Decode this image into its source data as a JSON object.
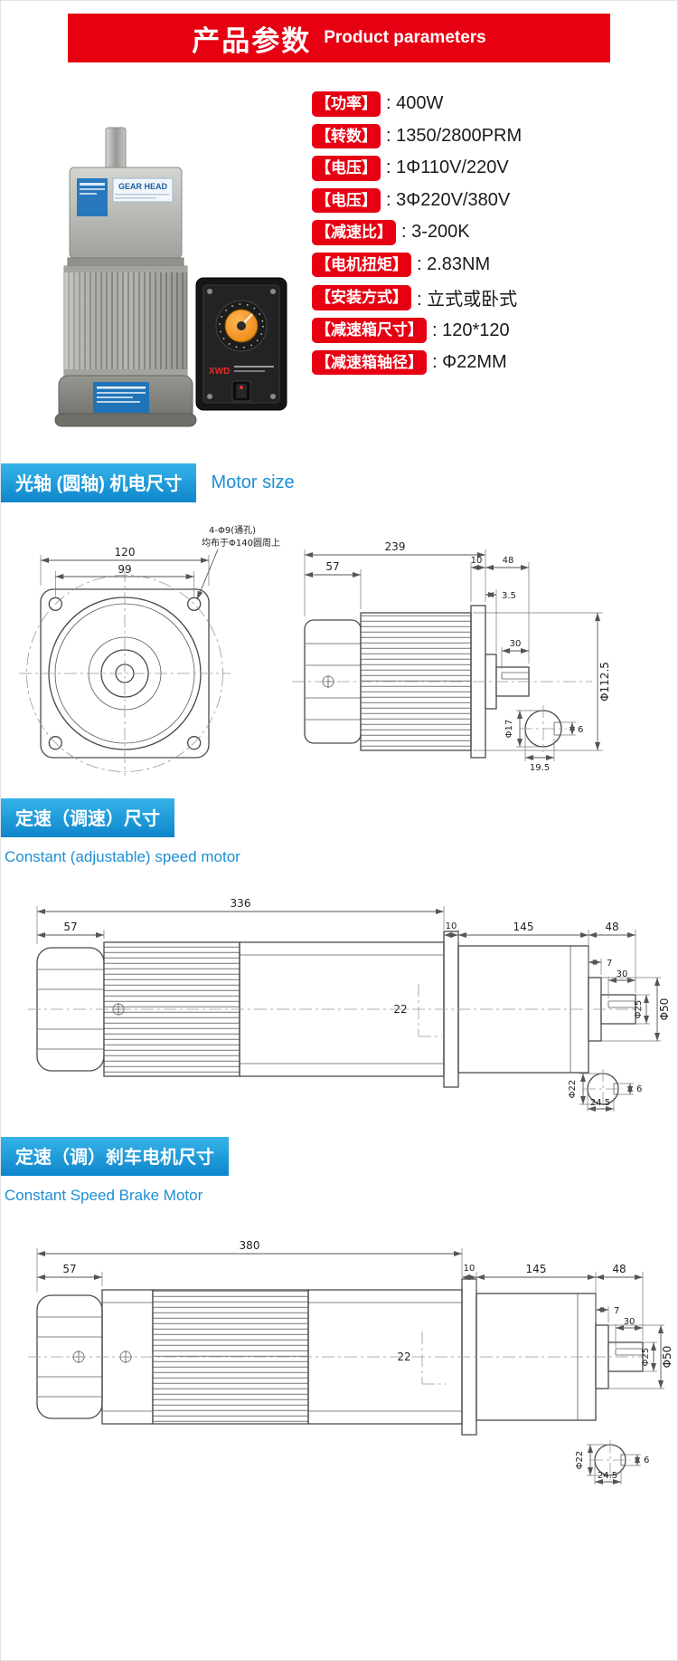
{
  "colors": {
    "banner_red": "#e60012",
    "section_blue": "#0d86cb",
    "subtitle_blue": "#1e8fd4",
    "drawing_line": "#4a4a4a"
  },
  "header": {
    "title_cn": "产品参数",
    "title_en": "Product parameters"
  },
  "photo": {
    "gear_head_label": "GEAR HEAD",
    "controller_brand": "XWD"
  },
  "specs": [
    {
      "label": "【功率】",
      "value": ": 400W"
    },
    {
      "label": "【转数】",
      "value": ": 1350/2800PRM"
    },
    {
      "label": "【电压】",
      "value": ": 1Φ110V/220V"
    },
    {
      "label": "【电压】",
      "value": ": 3Φ220V/380V"
    },
    {
      "label": "【减速比】",
      "value": ": 3-200K"
    },
    {
      "label": "【电机扭矩】",
      "value": ": 2.83NM"
    },
    {
      "label": "【安装方式】",
      "value": ": 立式或卧式"
    },
    {
      "label": "【减速箱尺寸】",
      "value": ": 120*120"
    },
    {
      "label": "【减速箱轴径】",
      "value": ": Φ22MM"
    }
  ],
  "sections": [
    {
      "title_cn": "光轴 (圆轴) 机电尺寸",
      "subtitle_en": "Motor size"
    },
    {
      "title_cn": "定速（调速）尺寸",
      "subtitle_en": "Constant (adjustable) speed motor"
    },
    {
      "title_cn": "定速（调）刹车电机尺寸",
      "subtitle_en": "Constant Speed Brake Motor"
    }
  ],
  "drawings": {
    "d1": {
      "dim120": "120",
      "dim99": "99",
      "note1": "4-Φ9(通孔)",
      "note2": "均布于Φ140圆周上",
      "dim239": "239",
      "dim57": "57",
      "dim10": "10",
      "dim48": "48",
      "dim3_5": "3.5",
      "dim30": "30",
      "dia112": "Φ112.5",
      "dia17": "Φ17",
      "dim19_5": "19.5",
      "dim6": "6"
    },
    "d2": {
      "dim336": "336",
      "dim57": "57",
      "dim10": "10",
      "dim145": "145",
      "dim48": "48",
      "dim7": "7",
      "dim30": "30",
      "dia25": "Φ25",
      "dia50": "Φ50",
      "dim22": "22",
      "dia22": "Φ22",
      "dim24_5": "24.5",
      "dim6": "6"
    },
    "d3": {
      "dim380": "380",
      "dim57": "57",
      "dim10": "10",
      "dim145": "145",
      "dim48": "48",
      "dim7": "7",
      "dim30": "30",
      "dia25": "Φ25",
      "dia50": "Φ50",
      "dim22": "22",
      "dia22": "Φ22",
      "dim24_5": "24.5",
      "dim6": "6"
    }
  }
}
